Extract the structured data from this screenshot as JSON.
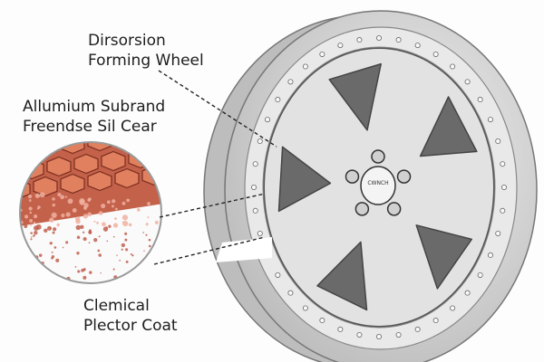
{
  "labels": {
    "wheel": [
      "Dirsorsion",
      "Forming Wheel"
    ],
    "substrate": [
      "Allumium Subrand",
      "Freendse Sil Cear"
    ],
    "coat": [
      "Clemical",
      "Plector Coat"
    ]
  },
  "center_cap_logo": "CWNCH",
  "colors": {
    "rim": "#c9c9c9",
    "face": "#e4e4e4",
    "hex_tile": "#d9755a",
    "substrate": "#c4614a",
    "line": "#222222"
  }
}
